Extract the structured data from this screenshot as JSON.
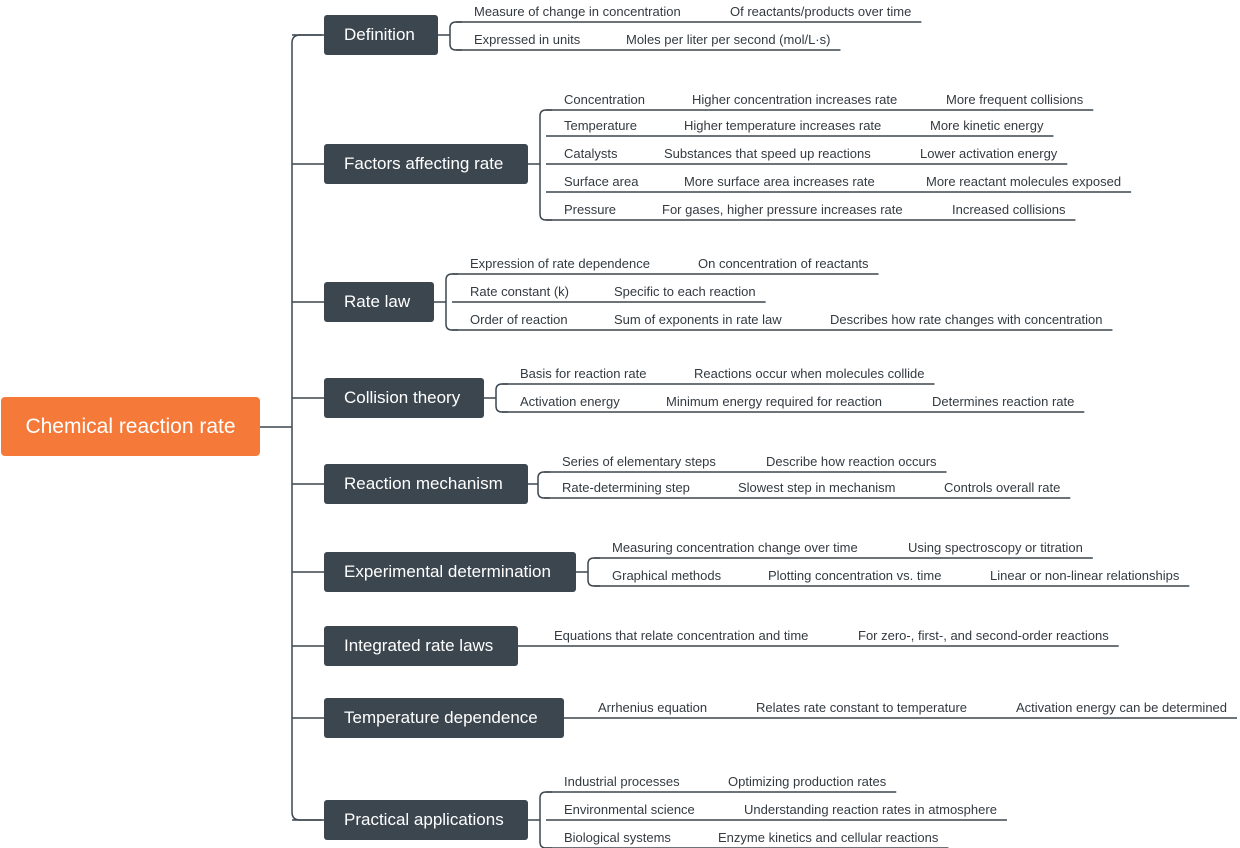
{
  "root": {
    "label": "Chemical reaction rate",
    "color": "#f57a3a"
  },
  "branch_color": "#3c464f",
  "line_color": "#3c464f",
  "branches": [
    {
      "label": "Definition",
      "rows": [
        [
          "Measure of change in concentration",
          "Of reactants/products over time"
        ],
        [
          "Expressed in units",
          "Moles per liter per second (mol/L·s)"
        ]
      ]
    },
    {
      "label": "Factors affecting rate",
      "rows": [
        [
          "Concentration",
          "Higher concentration increases rate",
          "More frequent collisions"
        ],
        [
          "Temperature",
          "Higher temperature increases rate",
          "More kinetic energy"
        ],
        [
          "Catalysts",
          "Substances that speed up reactions",
          "Lower activation energy"
        ],
        [
          "Surface area",
          "More surface area increases rate",
          "More reactant molecules exposed"
        ],
        [
          "Pressure",
          "For gases, higher pressure increases rate",
          "Increased collisions"
        ]
      ]
    },
    {
      "label": "Rate law",
      "rows": [
        [
          "Expression of rate dependence",
          "On concentration of reactants"
        ],
        [
          "Rate constant (k)",
          "Specific to each reaction"
        ],
        [
          "Order of reaction",
          "Sum of exponents in rate law",
          "Describes how rate changes with concentration"
        ]
      ]
    },
    {
      "label": "Collision theory",
      "rows": [
        [
          "Basis for reaction rate",
          "Reactions occur when molecules collide"
        ],
        [
          "Activation energy",
          "Minimum energy required for reaction",
          "Determines reaction rate"
        ]
      ]
    },
    {
      "label": "Reaction mechanism",
      "rows": [
        [
          "Series of elementary steps",
          "Describe how reaction occurs"
        ],
        [
          "Rate-determining step",
          "Slowest step in mechanism",
          "Controls overall rate"
        ]
      ]
    },
    {
      "label": "Experimental determination",
      "rows": [
        [
          "Measuring concentration change over time",
          "Using spectroscopy or titration"
        ],
        [
          "Graphical methods",
          "Plotting concentration vs. time",
          "Linear or non-linear relationships"
        ]
      ]
    },
    {
      "label": "Integrated rate laws",
      "rows": [
        [
          "Equations that relate concentration and time",
          "For zero-, first-, and second-order reactions"
        ]
      ]
    },
    {
      "label": "Temperature dependence",
      "rows": [
        [
          "Arrhenius equation",
          "Relates rate constant to temperature",
          "Activation energy can be determined"
        ]
      ]
    },
    {
      "label": "Practical applications",
      "rows": [
        [
          "Industrial processes",
          "Optimizing production rates"
        ],
        [
          "Environmental science",
          "Understanding reaction rates in atmosphere"
        ],
        [
          "Biological systems",
          "Enzyme kinetics and cellular reactions"
        ]
      ]
    }
  ]
}
